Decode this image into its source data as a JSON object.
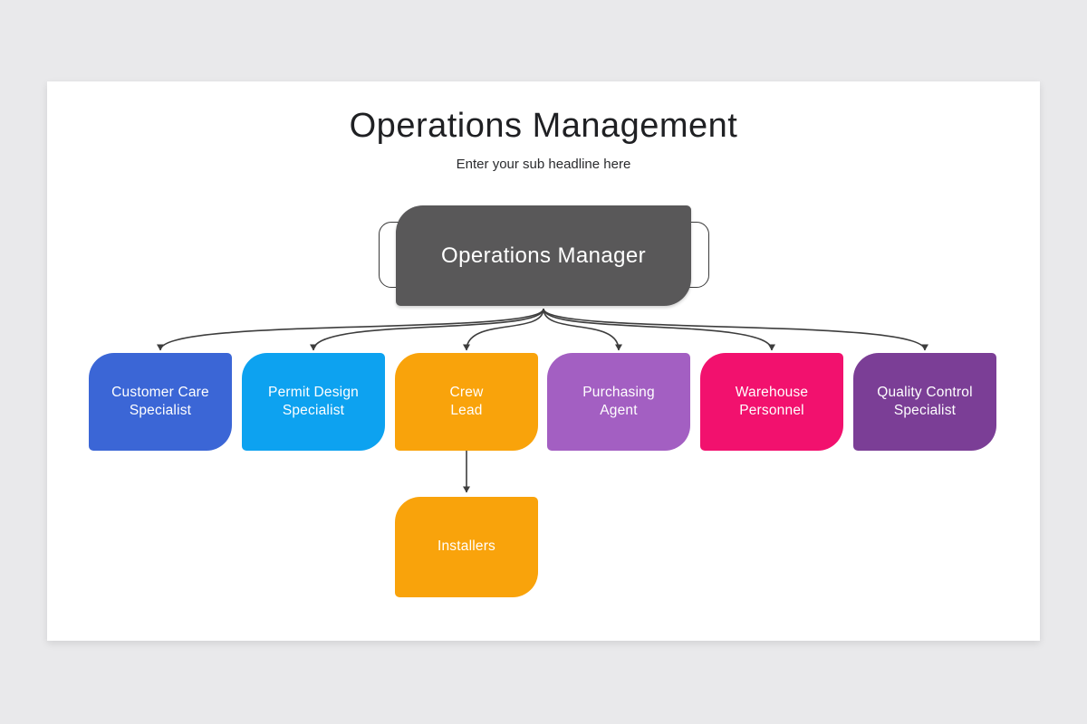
{
  "slide": {
    "title": "Operations Management",
    "subtitle": "Enter your sub headline here"
  },
  "org_chart": {
    "root": {
      "label": "Operations Manager",
      "color": "#595859"
    },
    "children": [
      {
        "label": "Customer Care\nSpecialist",
        "color": "#3B66D6"
      },
      {
        "label": "Permit Design\nSpecialist",
        "color": "#0DA2F0"
      },
      {
        "label": "Crew\nLead",
        "color": "#F9A30B"
      },
      {
        "label": "Purchasing\nAgent",
        "color": "#A35FC2"
      },
      {
        "label": "Warehouse\nPersonnel",
        "color": "#F2116E"
      },
      {
        "label": "Quality Control\nSpecialist",
        "color": "#7B3E96"
      }
    ],
    "grandchild": {
      "label": "Installers",
      "color": "#F9A30B",
      "parent": "Crew\nLead"
    },
    "connector_color": "#3d3d3d"
  }
}
